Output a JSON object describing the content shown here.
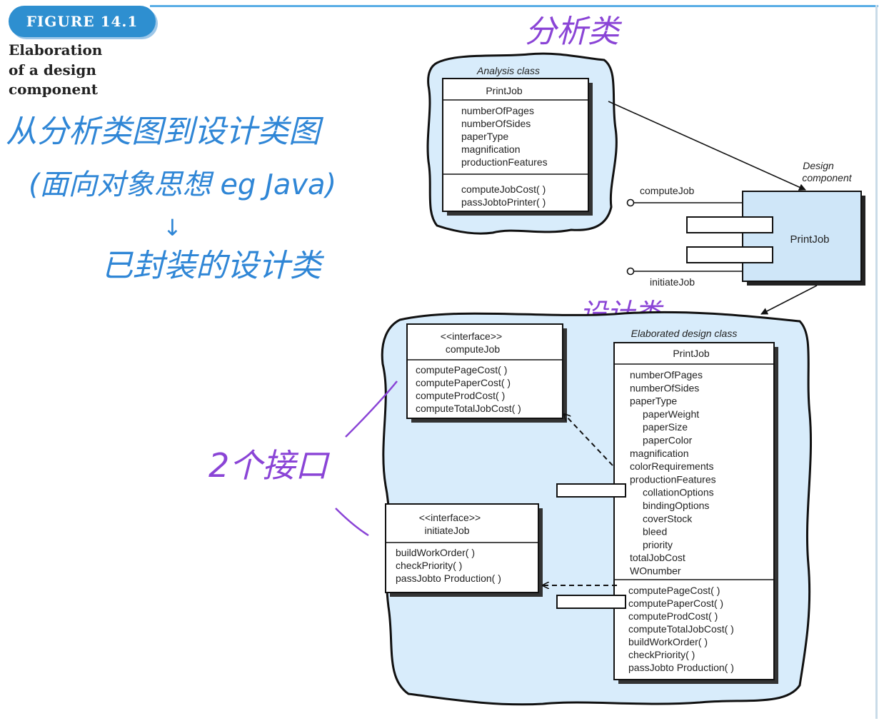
{
  "figure": {
    "badge": "FIGURE 14.1",
    "caption": [
      "Elaboration",
      "of a design",
      "component"
    ]
  },
  "analysis": {
    "label": "Analysis class",
    "class_name": "PrintJob",
    "attributes": [
      "numberOfPages",
      "numberOfSides",
      "paperType",
      "magnification",
      "productionFeatures"
    ],
    "operations": [
      "computeJobCost( )",
      "passJobtoPrinter( )"
    ]
  },
  "component": {
    "label_line1": "Design",
    "label_line2": "component",
    "name": "PrintJob",
    "interface_top": "computeJob",
    "interface_bottom": "initiateJob"
  },
  "elaborated": {
    "label": "Elaborated design class",
    "class_name": "PrintJob",
    "attributes": [
      {
        "text": "numberOfPages",
        "indent": 0
      },
      {
        "text": "numberOfSides",
        "indent": 0
      },
      {
        "text": "paperType",
        "indent": 0
      },
      {
        "text": "paperWeight",
        "indent": 1
      },
      {
        "text": "paperSize",
        "indent": 1
      },
      {
        "text": "paperColor",
        "indent": 1
      },
      {
        "text": "magnification",
        "indent": 0
      },
      {
        "text": "colorRequirements",
        "indent": 0
      },
      {
        "text": "productionFeatures",
        "indent": 0
      },
      {
        "text": "collationOptions",
        "indent": 1
      },
      {
        "text": "bindingOptions",
        "indent": 1
      },
      {
        "text": "coverStock",
        "indent": 1
      },
      {
        "text": "bleed",
        "indent": 1
      },
      {
        "text": "priority",
        "indent": 1
      },
      {
        "text": "totalJobCost",
        "indent": 0
      },
      {
        "text": "WOnumber",
        "indent": 0
      }
    ],
    "operations": [
      "computePageCost( )",
      "computePaperCost( )",
      "computeProdCost( )",
      "computeTotalJobCost( )",
      "buildWorkOrder( )",
      "checkPriority( )",
      "passJobto Production( )"
    ]
  },
  "interface1": {
    "stereotype": "<<interface>>",
    "name": "computeJob",
    "operations": [
      "computePageCost( )",
      "computePaperCost( )",
      "computeProdCost( )",
      "computeTotalJobCost( )"
    ]
  },
  "interface2": {
    "stereotype": "<<interface>>",
    "name": "initiateJob",
    "operations": [
      "buildWorkOrder( )",
      "checkPriority( )",
      "passJobto Production( )"
    ]
  },
  "annotations": {
    "analysis_class_note": "分析类",
    "line1": "从分析类图到设计类图",
    "line2": "(面向对象思想 eg Java)",
    "arrow": "↓",
    "line3": "已封装的设计类",
    "design_class_note": "设计类.",
    "two_interfaces": "2个接口",
    "color_blue": "#2f86d6",
    "color_purple": "#8a44d6"
  },
  "colors": {
    "cloud_fill": "#d8ecfb",
    "component_fill": "#cfe6f8",
    "line": "#111111"
  }
}
